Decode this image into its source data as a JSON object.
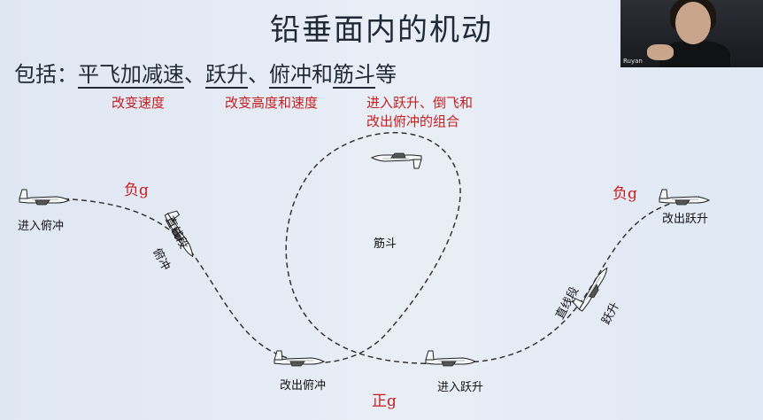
{
  "slide": {
    "title": "铅垂面内的机动",
    "subtitle_prefix": "包括：",
    "subtitle_items": [
      "平飞加减速",
      "、",
      "跃升",
      "、",
      "俯冲",
      "和",
      "筋斗",
      "等"
    ],
    "notes": {
      "speed": "改变速度",
      "height_speed": "改变高度和速度",
      "loop_line1": "进入跃升、倒飞和",
      "loop_line2": "改出俯冲的组合"
    },
    "diagram": {
      "enter_dive": "进入俯冲",
      "negative_g_left": "负g",
      "straight_left": "直线段",
      "dive": "俯冲",
      "loop": "筋斗",
      "pull_out_dive": "改出俯冲",
      "positive_g": "正g",
      "enter_climb": "进入跃升",
      "straight_right": "直线段",
      "climb": "跃升",
      "negative_g_right": "负g",
      "exit_climb": "改出跃升"
    }
  },
  "webcam": {
    "participant_name": "Ruyan"
  },
  "colors": {
    "accent_red": "#c61e1e",
    "text_dark": "#1f2a36"
  }
}
